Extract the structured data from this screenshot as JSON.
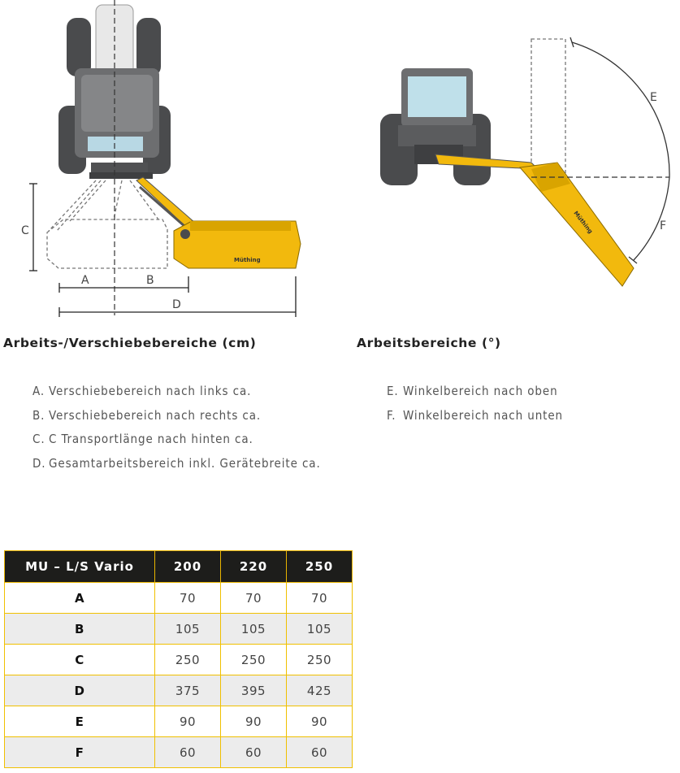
{
  "diagram_left": {
    "labels": {
      "a": "A",
      "b": "B",
      "c": "C",
      "d": "D"
    },
    "brand": "Müthing"
  },
  "diagram_right": {
    "labels": {
      "e": "E",
      "f": "F"
    },
    "brand": "Müthing"
  },
  "section_left": {
    "heading": "Arbeits-/Verschiebebereiche (cm)",
    "items": [
      {
        "key": "A.",
        "text": "Verschiebebereich nach links ca."
      },
      {
        "key": "B.",
        "text": "Verschiebebereich nach rechts ca."
      },
      {
        "key": "C.",
        "text": "C Transportlänge nach hinten ca."
      },
      {
        "key": "D.",
        "text": "Gesamtarbeitsbereich inkl. Gerätebreite ca."
      }
    ]
  },
  "section_right": {
    "heading": "Arbeitsbereiche (°)",
    "items": [
      {
        "key": "E.",
        "text": "Winkelbereich nach oben"
      },
      {
        "key": "F.",
        "text": "Winkelbereich nach unten"
      }
    ]
  },
  "table": {
    "headers": [
      "MU – L/S Vario",
      "200",
      "220",
      "250"
    ],
    "rows": [
      [
        "A",
        "70",
        "70",
        "70"
      ],
      [
        "B",
        "105",
        "105",
        "105"
      ],
      [
        "C",
        "250",
        "250",
        "250"
      ],
      [
        "D",
        "375",
        "395",
        "425"
      ],
      [
        "E",
        "90",
        "90",
        "90"
      ],
      [
        "F",
        "60",
        "60",
        "60"
      ]
    ]
  },
  "colors": {
    "mower_yellow": "#f2b90d",
    "tractor_grey": "#6d6e70",
    "table_header_bg": "#1d1d1b",
    "table_border": "#f0c000",
    "row_alt_bg": "#ececec"
  }
}
